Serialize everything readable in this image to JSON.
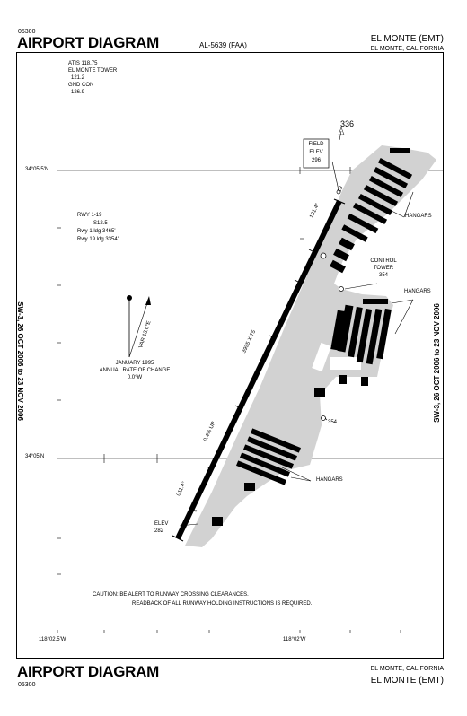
{
  "header": {
    "code_top": "05300",
    "title_top": "AIRPORT DIAGRAM",
    "al_number": "AL-5639 (FAA)",
    "city_top": "EL MONTE (EMT)",
    "location_top": "EL MONTE, CALIFORNIA"
  },
  "freqs": {
    "atis": "ATIS 118.75",
    "tower": "EL MONTE TOWER",
    "tower_freq": "121.2",
    "gnd": "GND CON",
    "gnd_freq": "126.9"
  },
  "runway_info": {
    "rwy": "RWY 1-19",
    "pcn": "S12.5",
    "ldg1": "Rwy 1 ldg 3465'",
    "ldg19": "Rwy 19 ldg 3354'"
  },
  "labels": {
    "rwy_heading_top": "336",
    "field_elev_label": "FIELD",
    "field_elev_label2": "ELEV",
    "field_elev": "296",
    "rwy19": "19",
    "rwy19_hdg": "191.4°",
    "rwy_dims": "3995 X 75",
    "gradient": "0.4% UP",
    "rwy1_hdg": "011.4°",
    "rwy1": "1",
    "elev_label": "ELEV",
    "elev_value": "282",
    "control_tower": "CONTROL",
    "control_tower2": "TOWER",
    "tower_elev": "354",
    "beacon_elev": "354",
    "hangars_1": "HANGARS",
    "hangars_2": "HANGARS",
    "hangars_3": "HANGARS",
    "variation_label": "VAR 13.6°E",
    "magnetic_date": "JANUARY 1995",
    "annual_rate": "ANNUAL RATE OF CHANGE",
    "rate_value": "0.0°W"
  },
  "coords": {
    "lat1": "34°05.5'N",
    "lat2": "34°05'N",
    "lon1": "118°02.5'W",
    "lon2": "118°02'W"
  },
  "caution": {
    "line1": "CAUTION: BE ALERT TO RUNWAY CROSSING CLEARANCES.",
    "line2": "READBACK OF ALL RUNWAY HOLDING INSTRUCTIONS IS REQUIRED."
  },
  "validity": {
    "left": "SW-3, 26 OCT 2006 to 23 NOV 2006",
    "right": "SW-3, 26 OCT 2006 to 23 NOV 2006"
  },
  "footer": {
    "title_bottom": "AIRPORT DIAGRAM",
    "code_bottom": "05300",
    "location_bottom": "EL MONTE, CALIFORNIA",
    "city_bottom": "EL MONTE (EMT)"
  },
  "colors": {
    "apron": "#d2d2d2",
    "ink": "#000000"
  }
}
